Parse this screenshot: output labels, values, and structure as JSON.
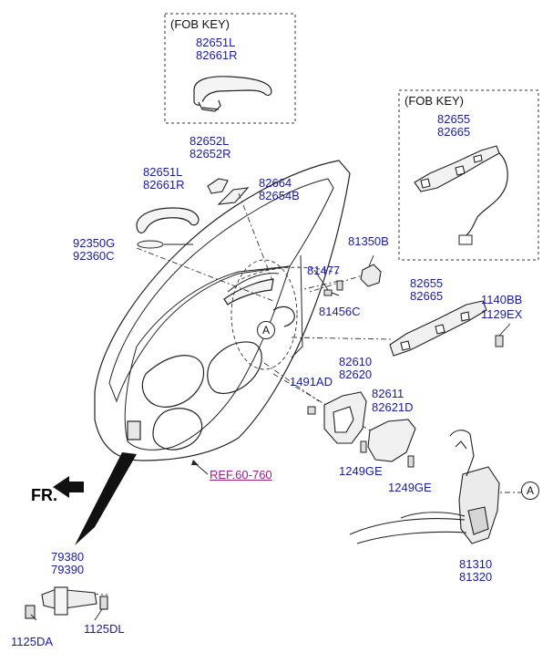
{
  "fob_box_top": {
    "title": "(FOB KEY)",
    "parts": [
      "82651L",
      "82661R"
    ]
  },
  "fob_box_right": {
    "title": "(FOB KEY)",
    "parts": [
      "82655",
      "82665"
    ]
  },
  "labels": {
    "handle_cover": [
      "82652L",
      "82652R"
    ],
    "handle_outer": [
      "82651L",
      "82661R"
    ],
    "pad_set": [
      "82664",
      "82654B"
    ],
    "gasket": [
      "92350G",
      "92360C"
    ],
    "striker": "81350B",
    "bolt_upper": "81477",
    "clip_upper": "81456C",
    "bracket": [
      "82655",
      "82665"
    ],
    "screws_right": [
      "1140BB",
      "1129EX"
    ],
    "grommet": "1491AD",
    "inner_handle": [
      "82610",
      "82620"
    ],
    "inner_handle_cover": [
      "82611",
      "82621D"
    ],
    "screw_a": "1249GE",
    "screw_b": "1249GE",
    "latch": [
      "81310",
      "81320"
    ],
    "checker": [
      "79380",
      "79390"
    ],
    "bolt_left": "1125DA",
    "bolt_right": "1125DL",
    "reference": "REF.60-760",
    "front": "FR.",
    "callout_a": "A"
  },
  "colors": {
    "label_blue": "#1a1aa8",
    "ref_magenta": "#a0208a",
    "line": "#222222"
  }
}
